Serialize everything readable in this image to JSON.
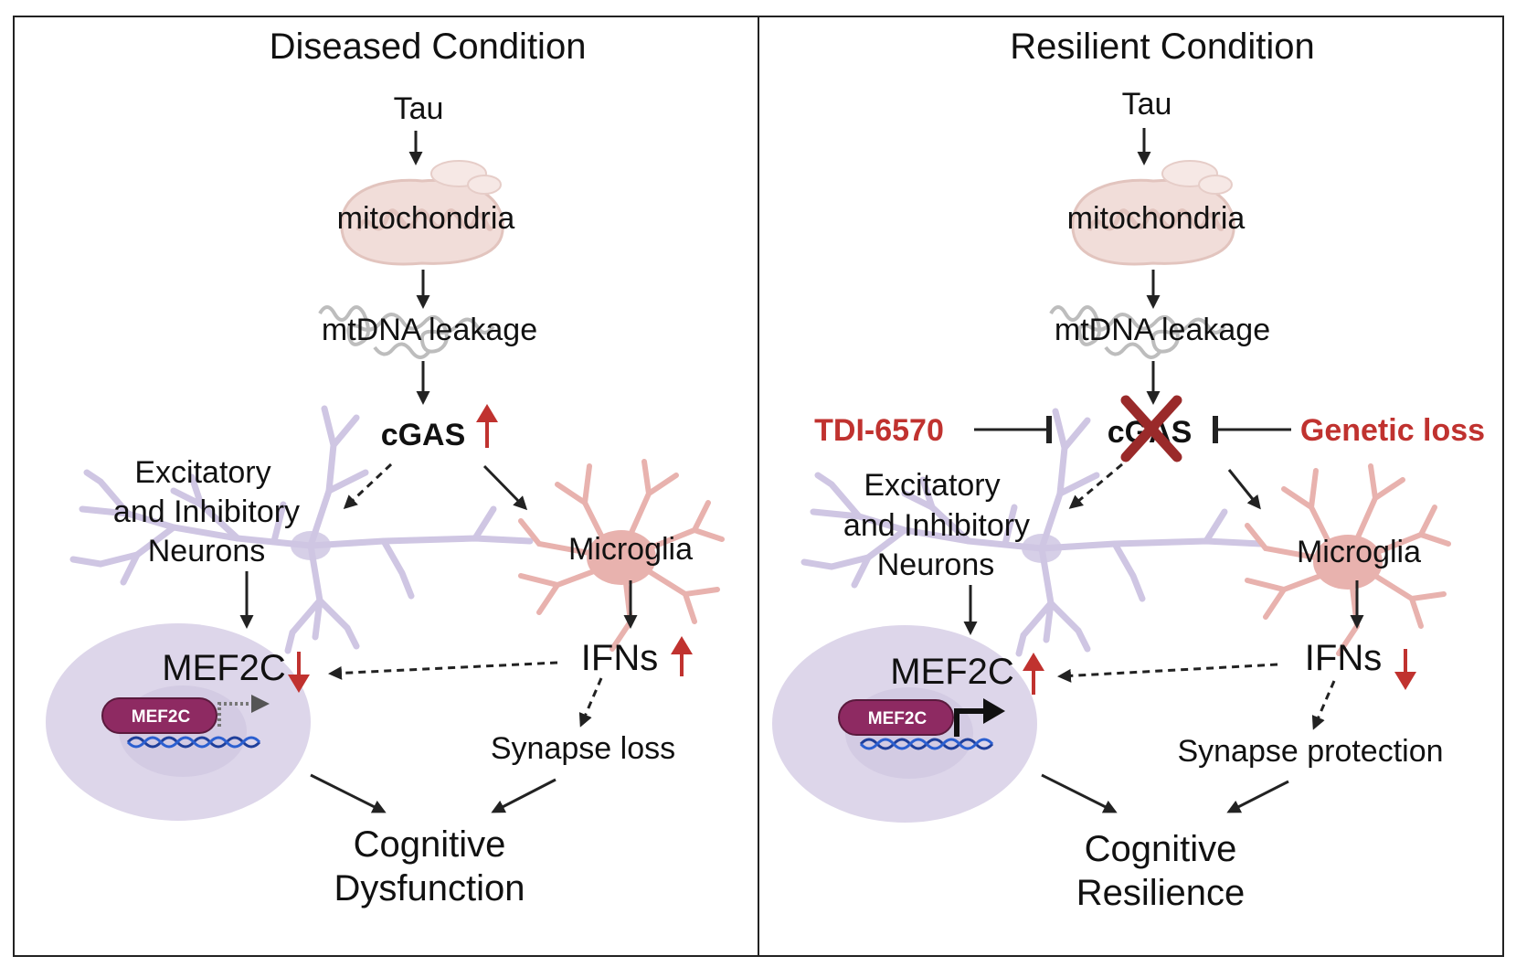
{
  "panels": {
    "left": {
      "title": "Diseased Condition",
      "tau": "Tau",
      "mitochondria": "mitochondria",
      "mtdna": "mtDNA leakage",
      "cgas": "cGAS",
      "cgas_change": "up",
      "neurons_line1": "Excitatory",
      "neurons_line2": "and Inhibitory",
      "neurons_line3": "Neurons",
      "microglia": "Microglia",
      "mef2c": "MEF2C",
      "mef2c_change": "down",
      "mef2c_pill": "MEF2C",
      "ifns": "IFNs",
      "ifns_change": "up",
      "synapse": "Synapse loss",
      "outcome_line1": "Cognitive",
      "outcome_line2": "Dysfunction"
    },
    "right": {
      "title": "Resilient Condition",
      "tau": "Tau",
      "mitochondria": "mitochondria",
      "mtdna": "mtDNA leakage",
      "cgas": "cGAS",
      "inhibitor_left": "TDI-6570",
      "inhibitor_right": "Genetic loss",
      "neurons_line1": "Excitatory",
      "neurons_line2": "and Inhibitory",
      "neurons_line3": "Neurons",
      "microglia": "Microglia",
      "mef2c": "MEF2C",
      "mef2c_change": "up",
      "mef2c_pill": "MEF2C",
      "ifns": "IFNs",
      "ifns_change": "down",
      "synapse": "Synapse protection",
      "outcome_line1": "Cognitive",
      "outcome_line2": "Resilience"
    }
  },
  "colors": {
    "red": "#c0322f",
    "neuron": "#c9c0df",
    "microglia": "#e8b2ae",
    "nucleus": "#ddd6ea",
    "pill": "#8e2a62",
    "dna": "#1f3f9a",
    "mito": "#e8c8c2"
  }
}
